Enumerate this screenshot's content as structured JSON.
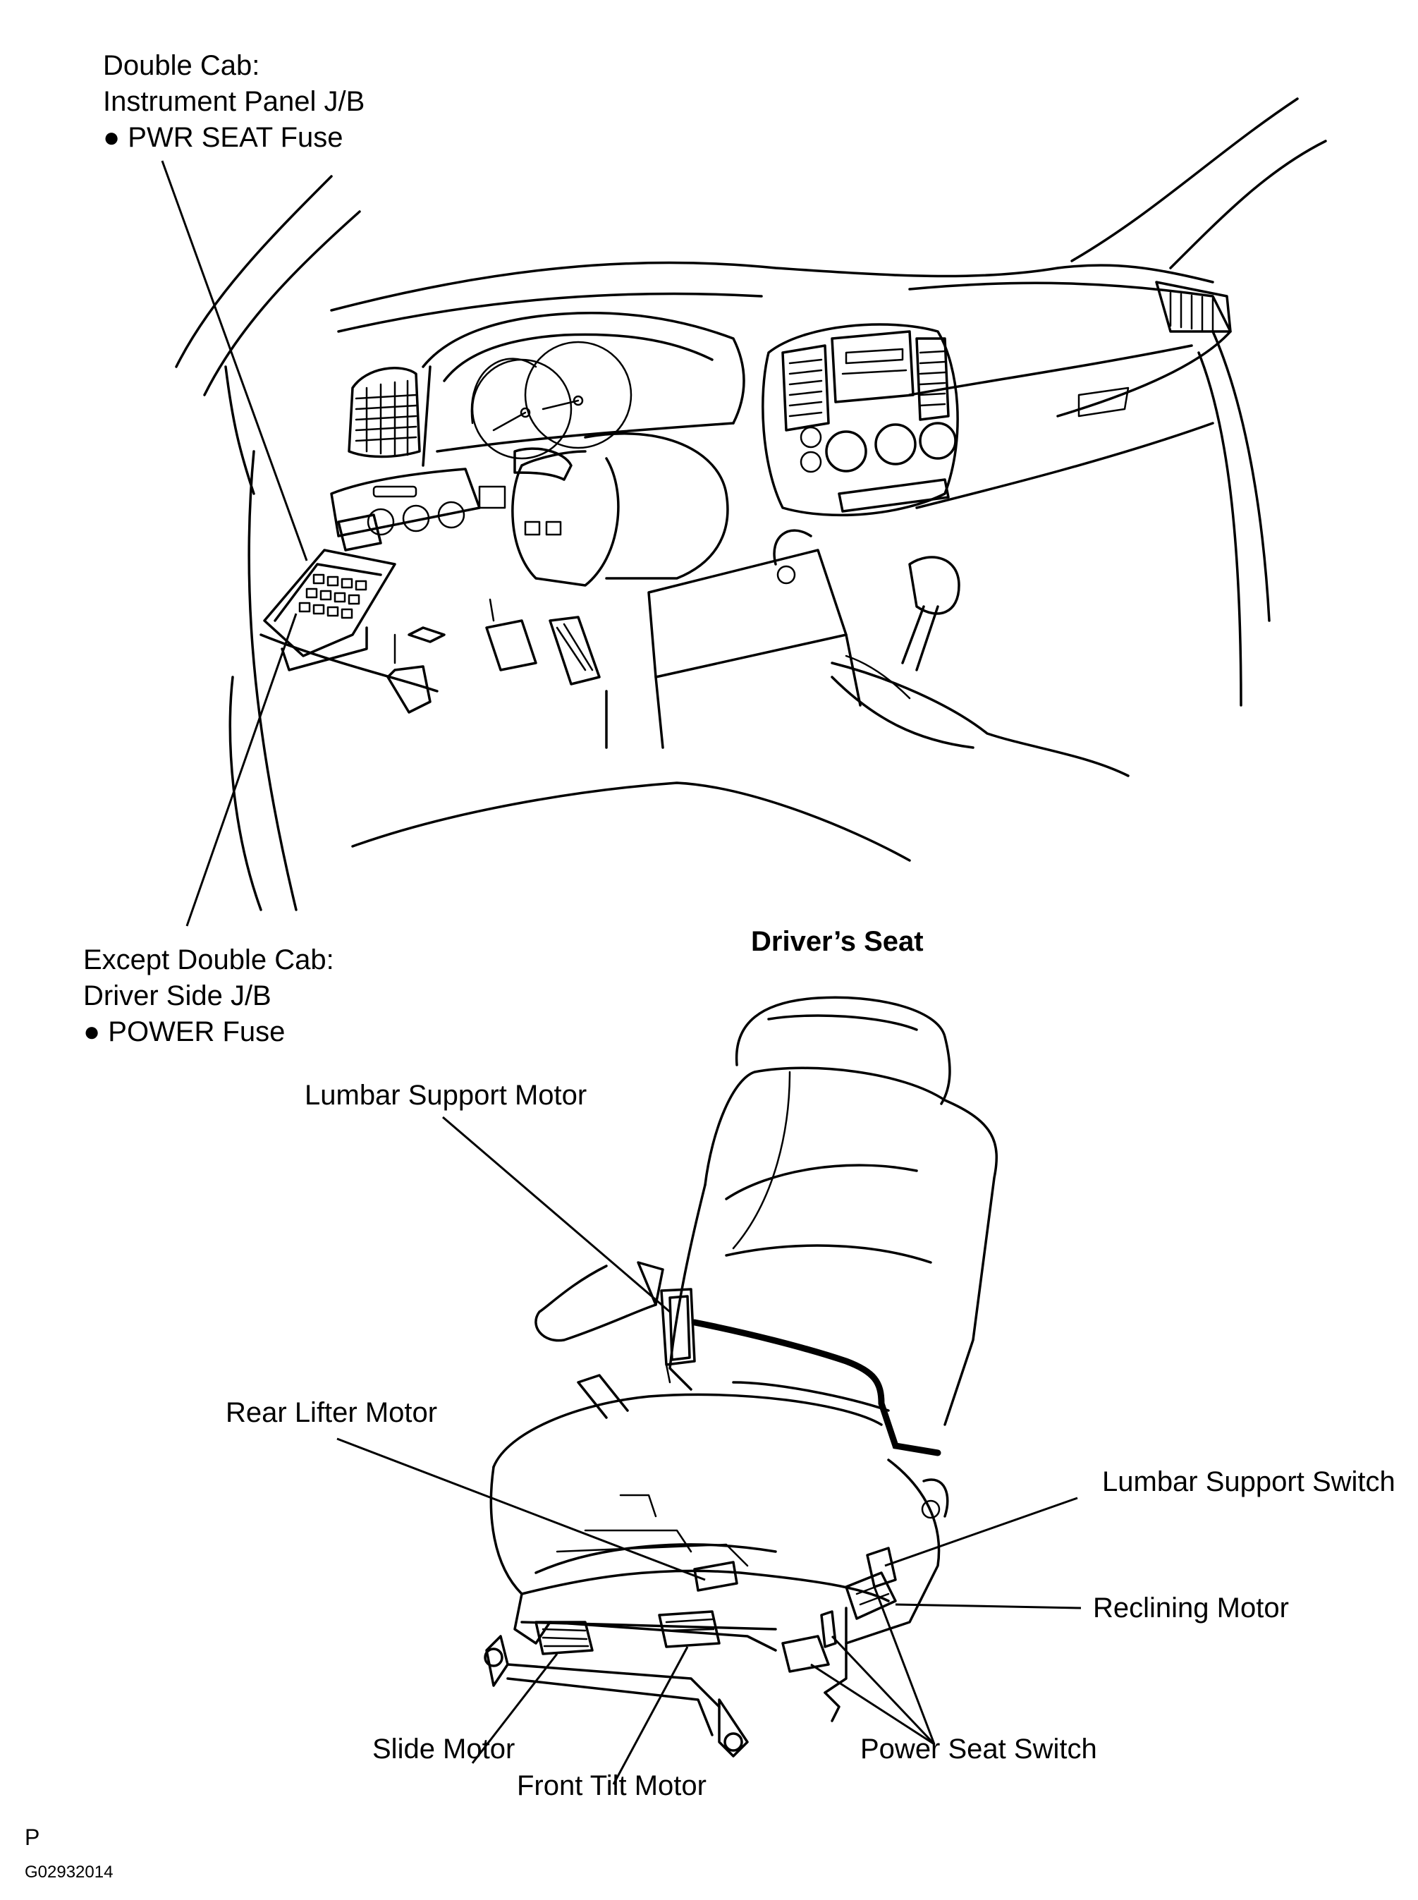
{
  "labels": {
    "double_cab": [
      "Double Cab:",
      "Instrument Panel J/B",
      "● PWR SEAT Fuse"
    ],
    "except_double_cab": [
      "Except Double Cab:",
      "Driver Side J/B",
      "● POWER Fuse"
    ],
    "seat_title": "Driver’s Seat",
    "lumbar_support_motor": "Lumbar Support Motor",
    "rear_lifter_motor": "Rear Lifter Motor",
    "lumbar_support_switch": "Lumbar Support Switch",
    "reclining_motor": "Reclining Motor",
    "slide_motor": "Slide Motor",
    "front_tilt_motor": "Front Tilt Motor",
    "power_seat_switch": "Power Seat Switch"
  },
  "footer": {
    "letter": "P",
    "code": "G02932014"
  }
}
